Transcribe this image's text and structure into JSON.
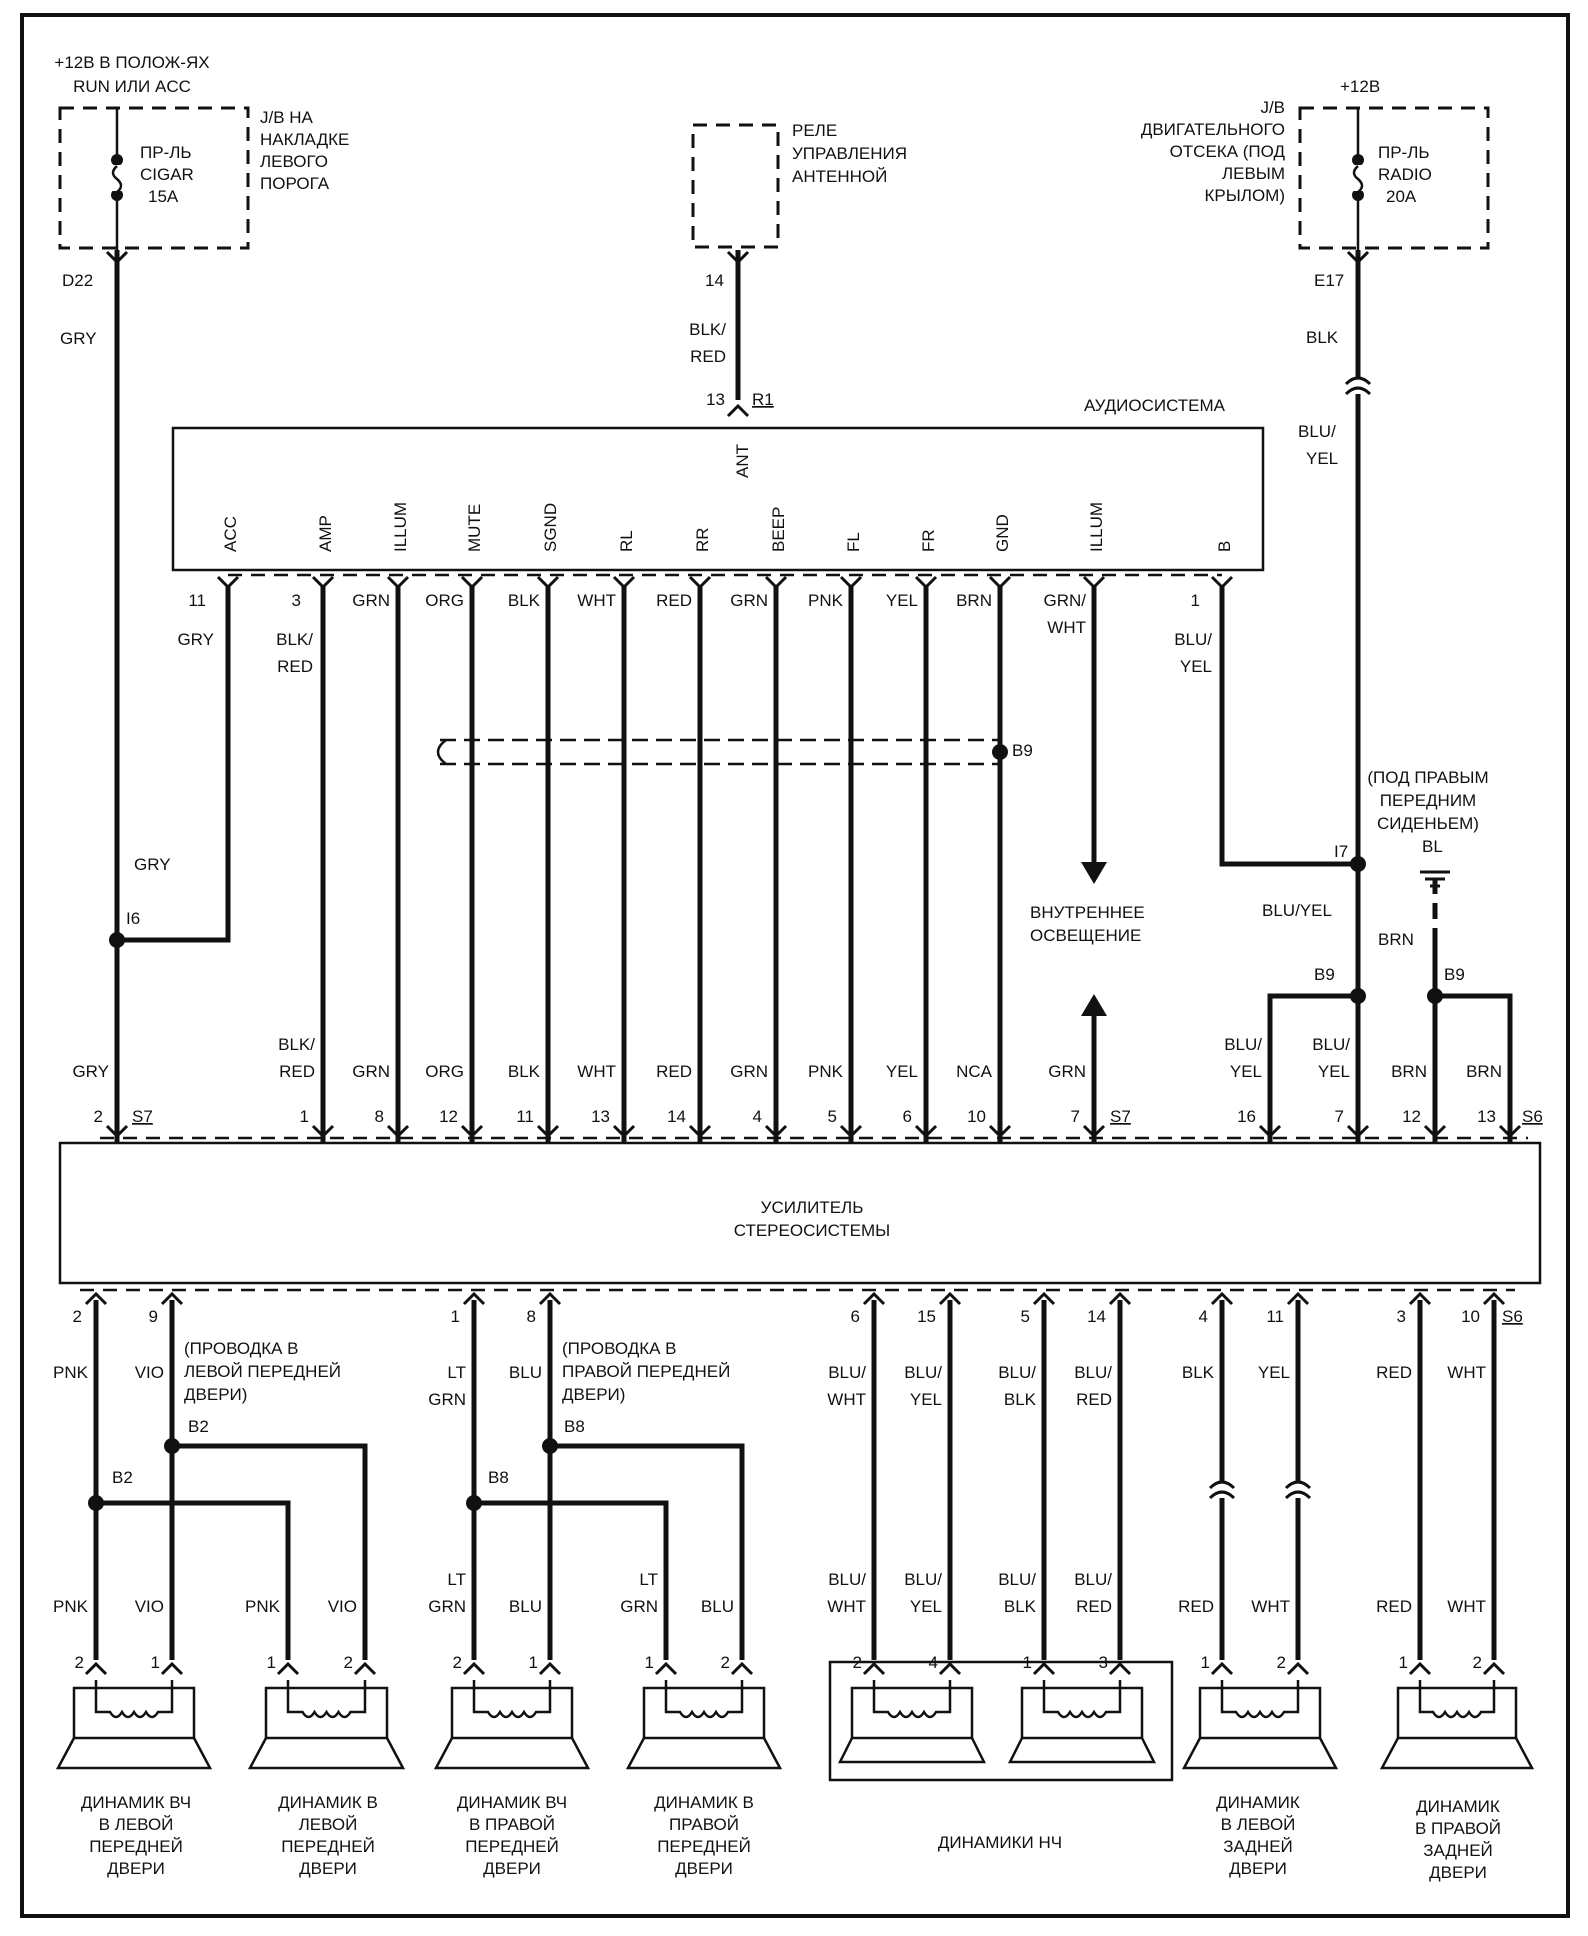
{
  "fuses": {
    "left": {
      "supply": [
        "+12В В ПОЛОЖ-ЯХ",
        "RUN ИЛИ ACC"
      ],
      "name": [
        "ПР-ЛЬ",
        "CIGAR",
        "15A"
      ],
      "location": [
        "J/B НА",
        "НАКЛАДКЕ",
        "ЛЕВОГО",
        "ПОРОГА"
      ],
      "connector": "D22"
    },
    "right": {
      "supply": "+12В",
      "name": [
        "ПР-ЛЬ",
        "RADIO",
        "20A"
      ],
      "location": [
        "J/B",
        "ДВИГАТЕЛЬНОГО",
        "ОТСЕКА (ПОД",
        "ЛЕВЫМ",
        "КРЫЛОМ)"
      ],
      "connector": "E17"
    }
  },
  "antenna_relay": {
    "label": [
      "РЕЛЕ",
      "УПРАВЛЕНИЯ",
      "АНТЕННОЙ"
    ],
    "pin": "14",
    "wire": [
      "BLK/",
      "RED"
    ]
  },
  "audio_unit": {
    "title": "АУДИОСИСТЕМА",
    "ant_pin": "13",
    "ant_connector": "R1",
    "ant_label": "ANT",
    "terminals": [
      "ACC",
      "AMP",
      "ILLUM",
      "MUTE",
      "SGND",
      "RL",
      "RR",
      "BEEP",
      "FL",
      "FR",
      "GND",
      "ILLUM",
      "B"
    ],
    "pins": [
      "11",
      "3",
      "",
      "",
      "",
      "",
      "",
      "",
      "",
      "",
      "",
      "",
      "1"
    ],
    "wires": [
      [
        "GRY"
      ],
      [
        "BLK/",
        "RED"
      ],
      [
        "GRN"
      ],
      [
        "ORG"
      ],
      [
        "BLK"
      ],
      [
        "WHT"
      ],
      [
        "RED"
      ],
      [
        "GRN"
      ],
      [
        "PNK"
      ],
      [
        "YEL"
      ],
      [
        "BRN"
      ],
      [
        "GRN/",
        "WHT"
      ],
      [
        "BLU/",
        "YEL"
      ]
    ]
  },
  "left_feed": {
    "wire_top": "GRY",
    "wire_branch": "GRY",
    "junction": "I6"
  },
  "shield": {
    "junction": "B9"
  },
  "illumination": [
    "ВНУТРЕННЕЕ",
    "ОСВЕЩЕНИЕ"
  ],
  "right_feed": {
    "wire_top": "BLK",
    "wire_mid": [
      "BLU/",
      "YEL"
    ],
    "junction_i7": "I7",
    "note": [
      "(ПОД ПРАВЫМ",
      "ПЕРЕДНИМ",
      "СИДЕНЬЕМ)"
    ],
    "ground": "BL",
    "wire_blu_yel": "BLU/YEL",
    "wire_brn": "BRN",
    "junction_b9a": "B9",
    "junction_b9b": "B9"
  },
  "amplifier": {
    "title": [
      "УСИЛИТЕЛЬ",
      "СТЕРЕОСИСТЕМЫ"
    ],
    "connector_s7": "S7",
    "connector_s6": "S6",
    "top_pins": [
      "2",
      "1",
      "8",
      "12",
      "11",
      "13",
      "14",
      "4",
      "5",
      "6",
      "10",
      "7",
      "16",
      "7",
      "12",
      "13"
    ],
    "top_wires": [
      [
        "GRY"
      ],
      [
        "BLK/",
        "RED"
      ],
      [
        "GRN"
      ],
      [
        "ORG"
      ],
      [
        "BLK"
      ],
      [
        "WHT"
      ],
      [
        "RED"
      ],
      [
        "GRN"
      ],
      [
        "PNK"
      ],
      [
        "YEL"
      ],
      [
        "NCA"
      ],
      [
        "GRN"
      ],
      [
        "BLU/",
        "YEL"
      ],
      [
        "BLU/",
        "YEL"
      ],
      [
        "BRN"
      ],
      [
        "BRN"
      ]
    ],
    "bottom_pins": [
      "2",
      "9",
      "1",
      "8",
      "6",
      "15",
      "5",
      "14",
      "4",
      "11",
      "3",
      "10"
    ],
    "bottom_wires": [
      [
        "PNK"
      ],
      [
        "VIO"
      ],
      [
        "LT",
        "GRN"
      ],
      [
        "BLU"
      ],
      [
        "BLU/",
        "WHT"
      ],
      [
        "BLU/",
        "YEL"
      ],
      [
        "BLU/",
        "BLK"
      ],
      [
        "BLU/",
        "RED"
      ],
      [
        "BLK"
      ],
      [
        "YEL"
      ],
      [
        "RED"
      ],
      [
        "WHT"
      ]
    ]
  },
  "door_notes": {
    "left": [
      "(ПРОВОДКА В",
      "ЛЕВОЙ ПЕРЕДНЕЙ",
      "ДВЕРИ)"
    ],
    "right": [
      "(ПРОВОДКА В",
      "ПРАВОЙ ПЕРЕДНЕЙ",
      "ДВЕРИ)"
    ]
  },
  "junctions": {
    "b2_upper": "B2",
    "b2_lower": "B2",
    "b8_upper": "B8",
    "b8_lower": "B8"
  },
  "speaker_wires": [
    [
      "PNK"
    ],
    [
      "VIO"
    ],
    [
      "PNK"
    ],
    [
      "VIO"
    ],
    [
      "LT",
      "GRN"
    ],
    [
      "BLU"
    ],
    [
      "LT",
      "GRN"
    ],
    [
      "BLU"
    ],
    [
      "BLU/",
      "WHT"
    ],
    [
      "BLU/",
      "YEL"
    ],
    [
      "BLU/",
      "BLK"
    ],
    [
      "BLU/",
      "RED"
    ],
    [
      "RED"
    ],
    [
      "WHT"
    ],
    [
      "RED"
    ],
    [
      "WHT"
    ]
  ],
  "speaker_pins": [
    "2",
    "1",
    "1",
    "2",
    "2",
    "1",
    "1",
    "2",
    "2",
    "4",
    "1",
    "3",
    "1",
    "2",
    "1",
    "2"
  ],
  "speakers": [
    [
      "ДИНАМИК ВЧ",
      "В ЛЕВОЙ",
      "ПЕРЕДНЕЙ",
      "ДВЕРИ"
    ],
    [
      "ДИНАМИК В",
      "ЛЕВОЙ",
      "ПЕРЕДНЕЙ",
      "ДВЕРИ"
    ],
    [
      "ДИНАМИК ВЧ",
      "В ПРАВОЙ",
      "ПЕРЕДНЕЙ",
      "ДВЕРИ"
    ],
    [
      "ДИНАМИК В",
      "ПРАВОЙ",
      "ПЕРЕДНЕЙ",
      "ДВЕРИ"
    ],
    [
      "ДИНАМИКИ НЧ"
    ],
    [
      "ДИНАМИК",
      "В ЛЕВОЙ",
      "ЗАДНЕЙ",
      "ДВЕРИ"
    ],
    [
      "ДИНАМИК",
      "В ПРАВОЙ",
      "ЗАДНЕЙ",
      "ДВЕРИ"
    ]
  ]
}
